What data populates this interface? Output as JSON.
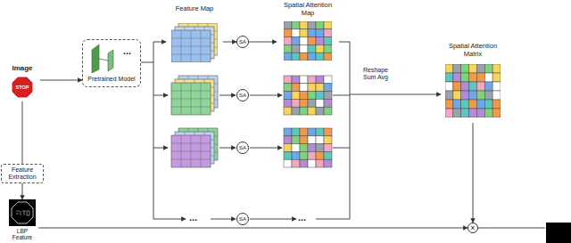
{
  "diagram": {
    "nodes": [
      {
        "text": [
          "Image",
          "STOP"
        ]
      },
      {
        "text": [
          "Feature Extraction"
        ]
      },
      {
        "text": [
          "LBP Feature"
        ]
      },
      {
        "text": [
          "Pretrained Model"
        ]
      },
      {
        "text": [
          "Feature Map"
        ]
      },
      {
        "text": [
          "SA"
        ]
      },
      {
        "text": [
          "SA"
        ]
      },
      {
        "text": [
          "SA"
        ]
      },
      {
        "text": [
          "SA"
        ]
      },
      {
        "text": [
          "Spatial Attention Map"
        ]
      },
      {
        "text": [
          "Spatial Attention Matrix"
        ]
      },
      {
        "text": [
          "×"
        ]
      }
    ],
    "edges": [
      {
        "from": 0,
        "to": 3,
        "arrow": "to"
      },
      {
        "from": 0,
        "to": 1,
        "arrow": "none"
      },
      {
        "from": 1,
        "to": 2,
        "arrow": "to"
      },
      {
        "from": 3,
        "to": 4,
        "arrow": "to"
      },
      {
        "from": 4,
        "to": 5,
        "arrow": "to"
      },
      {
        "from": 5,
        "to": 9,
        "arrow": "to"
      },
      {
        "from": 9,
        "to": 10,
        "label": "Reshape Sum Avg",
        "arrow": "to"
      },
      {
        "from": 10,
        "to": 11,
        "arrow": "to"
      },
      {
        "from": 2,
        "to": 11,
        "arrow": "to"
      }
    ],
    "labels": [
      "...",
      "...",
      "..."
    ]
  }
}
